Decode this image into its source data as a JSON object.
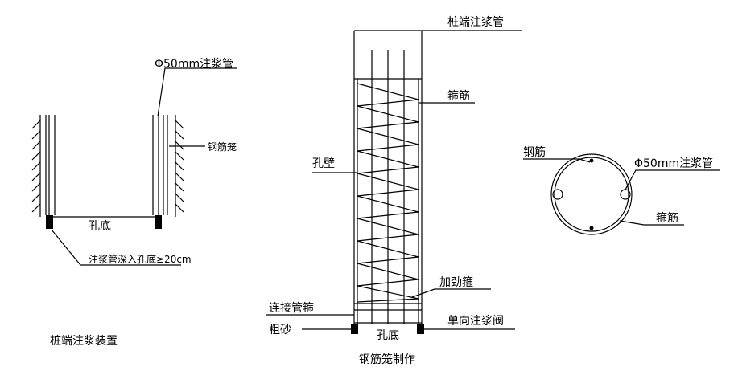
{
  "left_figure": {
    "label_pipe": "Φ50mm注浆管",
    "label_cage": "钢筋笼",
    "label_bottom": "孔底",
    "label_depth": "注浆管深入孔底≥20cm",
    "caption": "桩端注浆装置"
  },
  "middle_figure": {
    "label_pipe": "桩端注浆管",
    "label_stirrup": "箍筋",
    "label_wall": "孔壁",
    "label_stiffener": "加劲箍",
    "label_connector": "连接管箍",
    "label_sand": "粗砂",
    "label_valve": "单向注浆阀",
    "label_bottom": "孔底",
    "caption": "钢筋笼制作"
  },
  "right_figure": {
    "label_rebar": "钢筋",
    "label_pipe": "Φ50mm注浆管",
    "label_stirrup": "箍筋"
  }
}
